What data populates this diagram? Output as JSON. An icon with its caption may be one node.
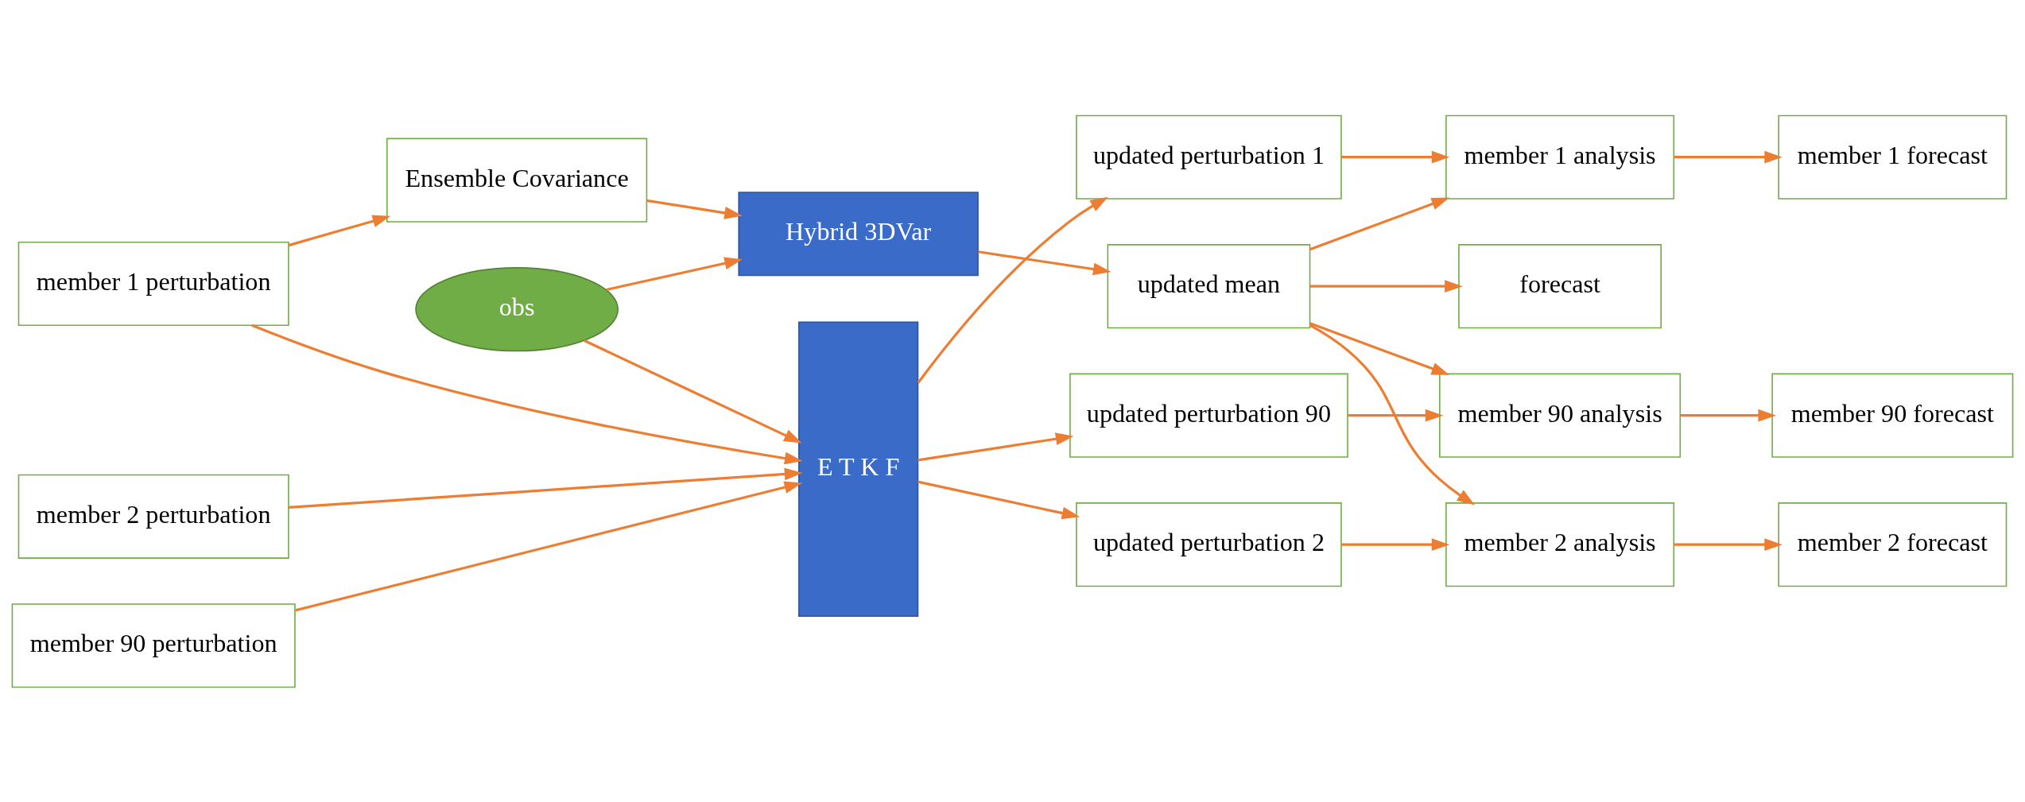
{
  "diagram": {
    "nodes": [
      {
        "text": [
          "member 1 perturbation"
        ]
      },
      {
        "text": [
          "member 2 perturbation"
        ]
      },
      {
        "text": [
          "member 90 perturbation"
        ]
      },
      {
        "text": [
          "E T K F"
        ]
      },
      {
        "text": [
          "updated perturbation 1"
        ]
      },
      {
        "text": [
          "updated perturbation 2"
        ]
      },
      {
        "text": [
          "updated perturbation 90"
        ]
      },
      {
        "text": [
          "member 1 analysis"
        ]
      },
      {
        "text": [
          "member 2 analysis"
        ]
      },
      {
        "text": [
          "member 90 analysis"
        ]
      },
      {
        "text": [
          "member 1 forecast"
        ]
      },
      {
        "text": [
          "member 2 forecast"
        ]
      },
      {
        "text": [
          "member 90 forecast"
        ]
      },
      {
        "text": [
          "obs"
        ]
      },
      {
        "text": [
          "Ensemble Covariance"
        ]
      },
      {
        "text": [
          "Hybrid 3DVar"
        ]
      },
      {
        "text": [
          "updated mean"
        ]
      },
      {
        "text": [
          "forecast"
        ]
      }
    ],
    "edges": [
      {
        "from": 0,
        "to": 3,
        "arrow": "to"
      },
      {
        "from": 1,
        "to": 3,
        "arrow": "to"
      },
      {
        "from": 2,
        "to": 3,
        "arrow": "to"
      },
      {
        "from": 0,
        "to": 14,
        "arrow": "to"
      },
      {
        "from": 13,
        "to": 3,
        "arrow": "to"
      },
      {
        "from": 13,
        "to": 15,
        "arrow": "to"
      },
      {
        "from": 14,
        "to": 15,
        "arrow": "to"
      },
      {
        "from": 3,
        "to": 4,
        "arrow": "to"
      },
      {
        "from": 3,
        "to": 5,
        "arrow": "to"
      },
      {
        "from": 3,
        "to": 6,
        "arrow": "to"
      },
      {
        "from": 4,
        "to": 7,
        "arrow": "to"
      },
      {
        "from": 5,
        "to": 8,
        "arrow": "to"
      },
      {
        "from": 6,
        "to": 9,
        "arrow": "to"
      },
      {
        "from": 15,
        "to": 16,
        "arrow": "to"
      },
      {
        "from": 16,
        "to": 7,
        "arrow": "to"
      },
      {
        "from": 16,
        "to": 8,
        "arrow": "to"
      },
      {
        "from": 16,
        "to": 9,
        "arrow": "to"
      },
      {
        "from": 7,
        "to": 10,
        "arrow": "to"
      },
      {
        "from": 8,
        "to": 11,
        "arrow": "to"
      },
      {
        "from": 9,
        "to": 12,
        "arrow": "to"
      },
      {
        "from": 16,
        "to": 17,
        "arrow": "to"
      }
    ]
  }
}
